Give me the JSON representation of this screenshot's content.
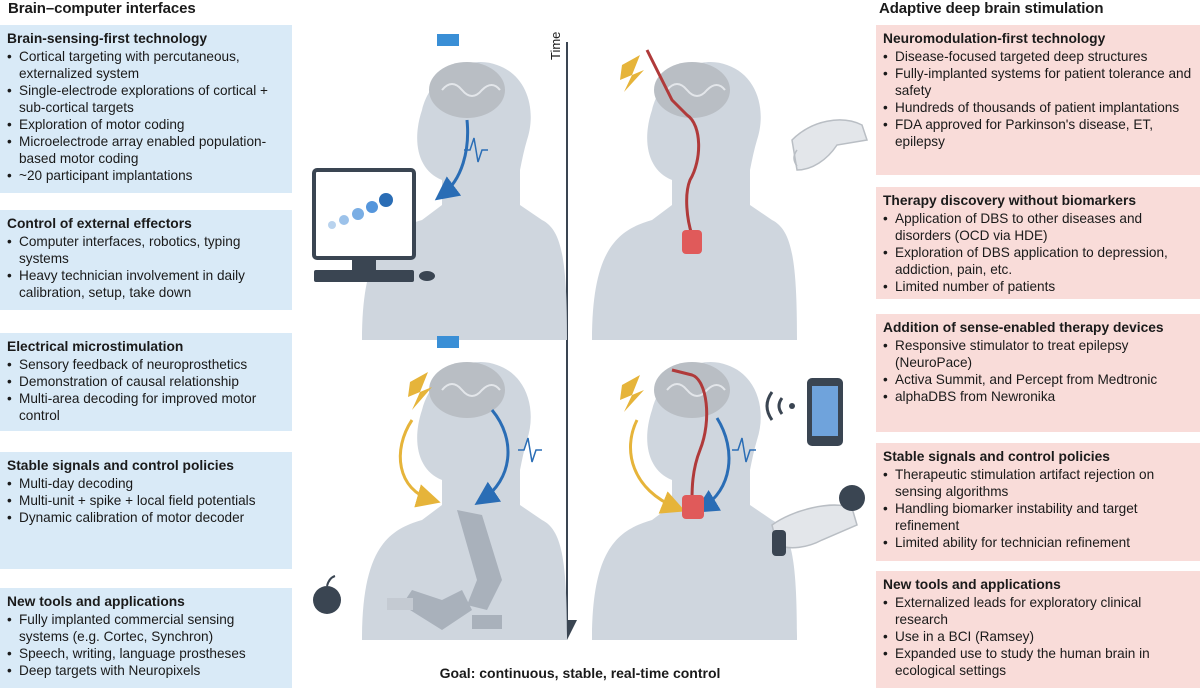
{
  "left_heading": "Brain–computer interfaces",
  "right_heading": "Adaptive deep brain stimulation",
  "time_label": "Time",
  "goal": "Goal: continuous, stable, real-time control",
  "left_boxes": [
    {
      "title": "Brain-sensing-first technology",
      "items": [
        "Cortical targeting with percutaneous, externalized system",
        "Single-electrode explorations of cortical + sub-cortical targets",
        "Exploration of motor coding",
        "Microelectrode array enabled population-based motor coding",
        "~20 participant implantations"
      ]
    },
    {
      "title": "Control of external effectors",
      "items": [
        "Computer interfaces, robotics, typing systems",
        "Heavy technician involvement in daily calibration, setup, take down"
      ]
    },
    {
      "title": "Electrical microstimulation",
      "items": [
        "Sensory feedback of neuroprosthetics",
        "Demonstration of causal relationship",
        "Multi-area decoding for improved motor control"
      ]
    },
    {
      "title": "Stable signals and control policies",
      "items": [
        "Multi-day decoding",
        "Multi-unit + spike + local field potentials",
        "Dynamic calibration of motor decoder"
      ]
    },
    {
      "title": "New tools and applications",
      "items": [
        "Fully implanted commercial sensing systems (e.g. Cortec, Synchron)",
        "Speech, writing, language prostheses",
        "Deep targets with Neuropixels"
      ]
    }
  ],
  "right_boxes": [
    {
      "title": "Neuromodulation-first technology",
      "items": [
        "Disease-focused targeted deep structures",
        "Fully-implanted systems for patient tolerance and safety",
        "Hundreds of thousands of patient implantations",
        "FDA approved for Parkinson's disease, ET, epilepsy"
      ]
    },
    {
      "title": "Therapy discovery without biomarkers",
      "items": [
        "Application of DBS to other diseases and disorders (OCD via HDE)",
        "Exploration of DBS application to depression, addiction, pain, etc.",
        "Limited number of patients"
      ]
    },
    {
      "title": "Addition of sense-enabled therapy devices",
      "items": [
        "Responsive stimulator to treat epilepsy (NeuroPace)",
        "Activa Summit, and Percept from Medtronic",
        "alphaDBS from Newronika"
      ]
    },
    {
      "title": "Stable signals and control policies",
      "items": [
        "Therapeutic stimulation artifact rejection on sensing algorithms",
        "Handling biomarker instability and target refinement",
        "Limited ability for technician refinement"
      ]
    },
    {
      "title": "New tools and applications",
      "items": [
        "Externalized leads for exploratory clinical research",
        "Use in a BCI (Ramsey)",
        "Expanded use to study the human brain in ecological settings"
      ]
    }
  ],
  "colors": {
    "bci_box": "#d9eaf7",
    "dbs_box": "#f9dcd9",
    "silhouette": "#cfd6de",
    "brain": "#b9bec4",
    "signal_blue": "#2a6db5",
    "stim_yellow": "#e6b43a",
    "lead_red": "#b03a3a",
    "device_red": "#e05a5a"
  }
}
